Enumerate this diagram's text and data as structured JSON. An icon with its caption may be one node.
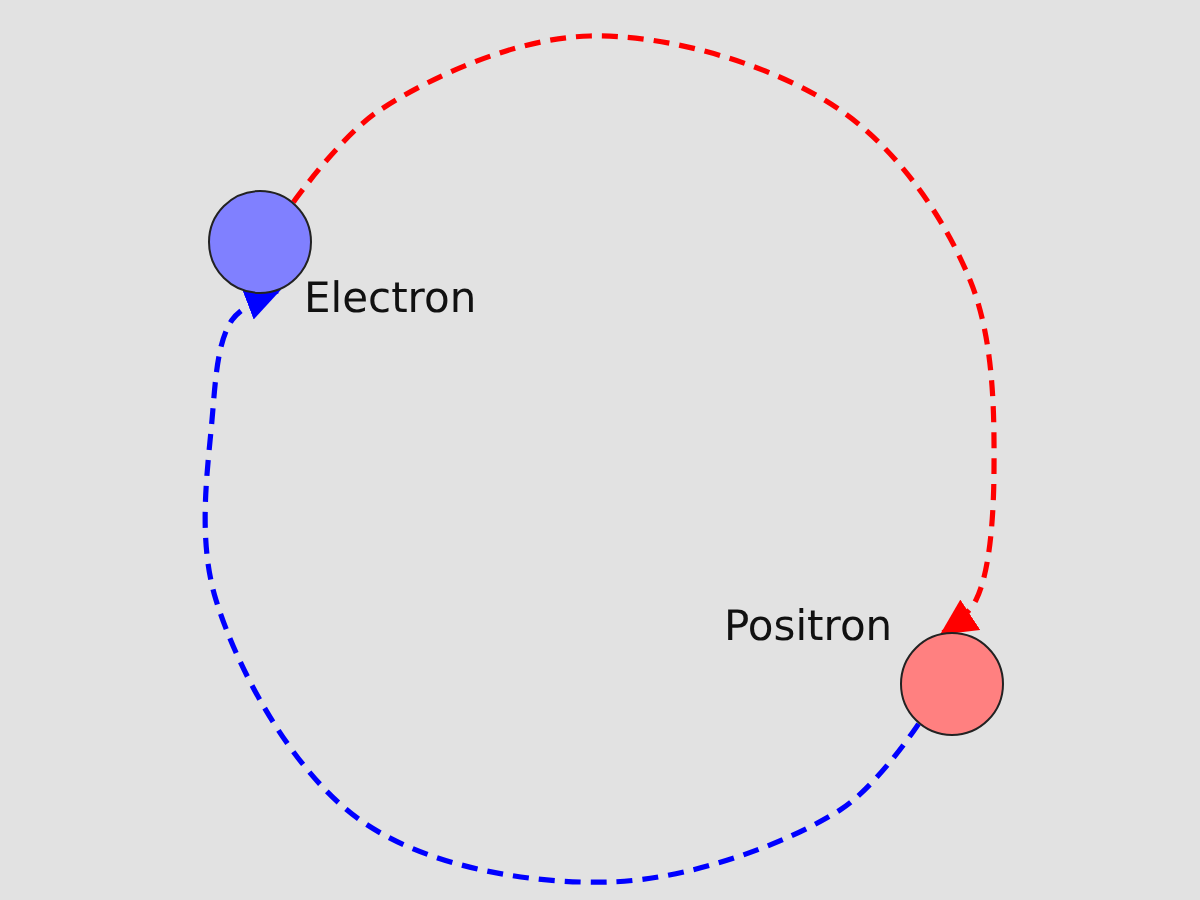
{
  "diagram": {
    "nodes": [
      {
        "text": [],
        "shape": "circle",
        "beside": [
          "Electron"
        ]
      },
      {
        "text": [],
        "shape": "circle",
        "beside": [
          "Positron"
        ]
      }
    ],
    "edges": [
      {
        "from": 0,
        "to": 1,
        "arrow": "to",
        "style": "dashed",
        "color": "#ff0000"
      },
      {
        "from": 1,
        "to": 0,
        "arrow": "to",
        "style": "dashed",
        "color": "#0000ff"
      }
    ]
  }
}
